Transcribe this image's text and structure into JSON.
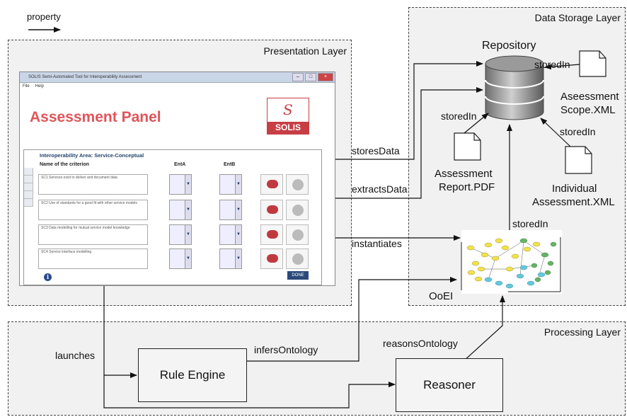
{
  "legend": {
    "label": "property"
  },
  "layers": {
    "presentation": "Presentation Layer",
    "storage": "Data Storage Layer",
    "processing": "Processing Layer"
  },
  "nodes": {
    "repository": "Repository",
    "assessment_scope": [
      "Aseessment",
      "Scope.XML"
    ],
    "assessment_report": [
      "Assessment",
      "Report.PDF"
    ],
    "individual_assessment": [
      "Individual",
      "Assessment.XML"
    ],
    "ooei": "OoEI",
    "rule_engine": "Rule Engine",
    "reasoner": "Reasoner"
  },
  "edges": {
    "stored_scope": "storedIn",
    "stored_report": "storedIn",
    "stored_individual": "storedIn",
    "stored_ooei": "storedIn",
    "stores_data": "storesData",
    "extracts_data": "extractsData",
    "instantiates": "instantiates",
    "launches": "launches",
    "infers_ontology": "infersOntology",
    "reasons_ontology": "reasonsOntology"
  },
  "app_window": {
    "title": "SOLIS Semi-Automated Tool for Interoperability Assessment",
    "menu": [
      "File",
      "Help"
    ],
    "panel_title": "Assessment Panel",
    "logo": "SOLIS",
    "area_title": "Interoperability Area: Service-Conceptual",
    "col_criterion": "Name of the criterion",
    "col_enta": "EntA",
    "col_entb": "EntB",
    "criteria": [
      "SC1 Services exist to deliver and document data",
      "SC2 Use of standards for a good fit with other service models",
      "SC3 Data modelling for mutual service model knowledge",
      "SC4 Service interface modelling"
    ],
    "done": "DONE",
    "info_icon": "i"
  },
  "colors": {
    "accent_red": "#e0555a",
    "logo_red": "#c73e44",
    "layer_bg": "#f1f1f1",
    "ontology_yellow": "#f1e14b",
    "ontology_cyan": "#64c8dc",
    "ontology_green": "#64b464"
  }
}
